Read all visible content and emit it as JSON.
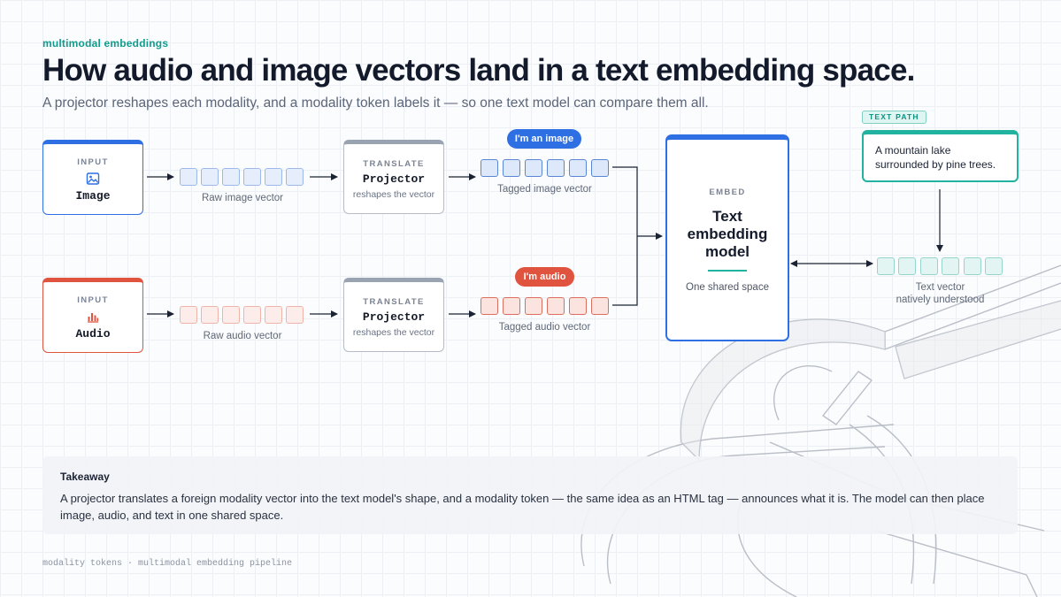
{
  "header": {
    "eyebrow": "multimodal embeddings",
    "title": "How audio and image vectors land in a text embedding space.",
    "subtitle": "A projector reshapes each modality, and a modality token labels it — so one text model can compare them all."
  },
  "image_row": {
    "input_caption": "INPUT",
    "input_label": "Image",
    "raw_vector_label": "Raw image vector",
    "projector_caption": "TRANSLATE",
    "projector_title": "Projector",
    "projector_sub": "reshapes the vector",
    "token": "I'm an image",
    "tagged_label": "Tagged image vector"
  },
  "audio_row": {
    "input_caption": "INPUT",
    "input_label": "Audio",
    "raw_vector_label": "Raw audio vector",
    "projector_caption": "TRANSLATE",
    "projector_title": "Projector",
    "projector_sub": "reshapes the vector",
    "token": "I'm audio",
    "tagged_label": "Tagged audio vector"
  },
  "embed": {
    "caption": "EMBED",
    "title": "Text embedding model",
    "sub": "One shared space"
  },
  "text_path": {
    "tag": "TEXT PATH",
    "query": "A mountain lake surrounded by pine trees.",
    "vector_label_1": "Text vector",
    "vector_label_2": "natively understood"
  },
  "takeaway": {
    "title": "Takeaway",
    "body": "A projector translates a foreign modality vector into the text model's shape, and a modality token — the same idea as an HTML tag — announces what it is. The model can then place image, audio, and text in one shared space."
  },
  "footer": "modality tokens · multimodal embedding pipeline",
  "colors": {
    "image_accent": "#2f6fe4",
    "audio_accent": "#e0533f",
    "text_accent": "#21b3a0",
    "eyebrow": "#0f9c8e"
  },
  "icons": {
    "image_input": "image-icon",
    "audio_input": "bar-chart-icon"
  }
}
